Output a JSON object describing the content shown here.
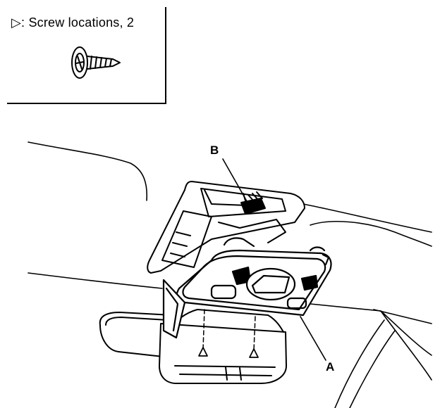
{
  "legend": {
    "marker_icon": "triangle-outline-icon",
    "text": "▷: Screw locations, 2",
    "screw_icon": "screw-icon"
  },
  "callouts": {
    "a_label": "A",
    "b_label": "B"
  }
}
